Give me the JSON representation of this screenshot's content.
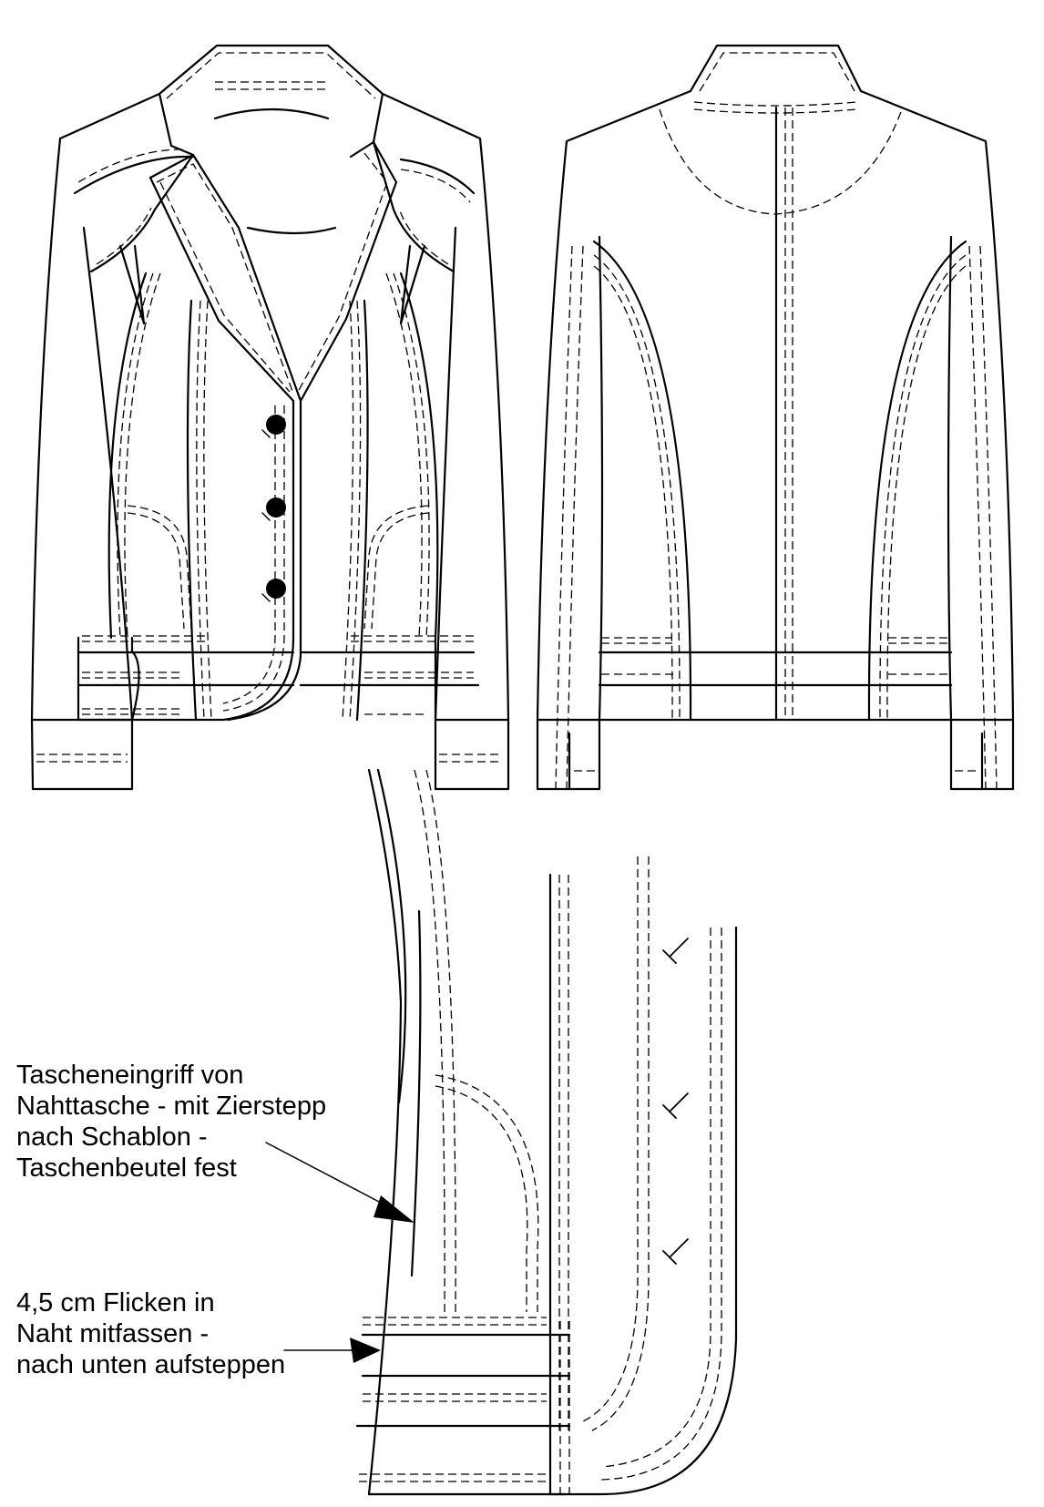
{
  "annotations": [
    {
      "lines": [
        "Tascheneingriff von",
        "Nahttasche - mit Zierstepp",
        "nach Schablon -",
        "Taschenbeutel fest"
      ]
    },
    {
      "lines": [
        "4,5 cm Flicken in",
        "Naht mitfassen -",
        "nach unten aufsteppen"
      ]
    }
  ],
  "colors": {
    "line": "#000000",
    "background": "#ffffff"
  }
}
